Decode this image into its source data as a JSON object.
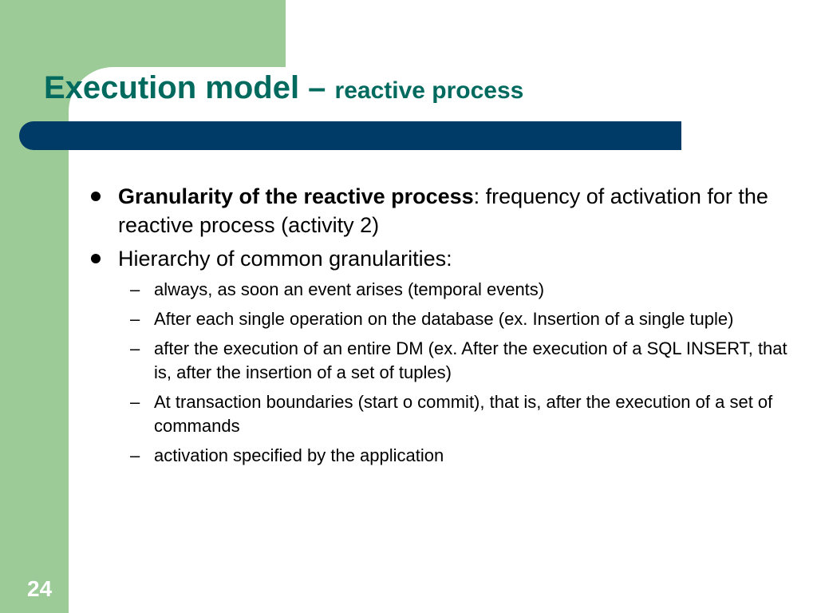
{
  "slide": {
    "title_main": "Execution model – ",
    "title_sub": "reactive process",
    "page_number": "24"
  },
  "bullets": [
    {
      "bold": "Granularity of the reactive process",
      "text": ": frequency of activation for the reactive process (activity 2)"
    },
    {
      "bold": "",
      "text": "Hierarchy of common granularities:"
    }
  ],
  "sub_bullets": [
    "always, as soon an event arises (temporal events)",
    "After each single operation on the database (ex. Insertion of a single tuple)",
    "after the execution of an entire DM (ex. After the execution of a SQL INSERT, that is, after the insertion of  a set of tuples)",
    "At transaction boundaries (start o commit), that is, after the execution of a set of commands",
    "activation specified by the application"
  ],
  "symbols": {
    "dash": "–"
  },
  "colors": {
    "accent_green": "#9ccb98",
    "title_teal": "#006a5f",
    "bar_navy": "#003a66"
  }
}
